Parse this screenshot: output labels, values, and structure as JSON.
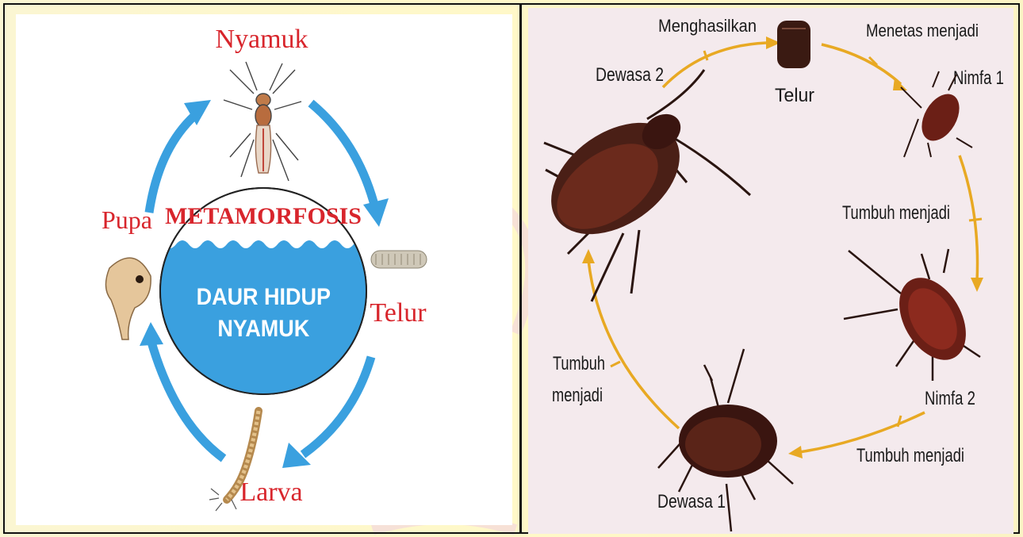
{
  "mosquito": {
    "stage_adult": "Nyamuk",
    "stage_egg": "Telur",
    "stage_larva": "Larva",
    "stage_pupa": "Pupa",
    "top_title": "METAMORFOSIS",
    "center_line1": "DAUR HIDUP",
    "center_line2": "NYAMUK",
    "arrow_color": "#3aa0df",
    "water_color": "#3aa0df",
    "label_color": "#d8252c"
  },
  "cockroach": {
    "egg": "Telur",
    "nymph1": "Nimfa 1",
    "nymph2": "Nimfa 2",
    "adult1": "Dewasa 1",
    "adult2": "Dewasa 2",
    "edge_produce": "Menghasilkan",
    "edge_hatch": "Menetas menjadi",
    "edge_grow_right": "Tumbuh menjadi",
    "edge_grow_bottom": "Tumbuh menjadi",
    "edge_grow_left_1": "Tumbuh",
    "edge_grow_left_2": "menjadi",
    "arrow_color": "#e8a923"
  }
}
